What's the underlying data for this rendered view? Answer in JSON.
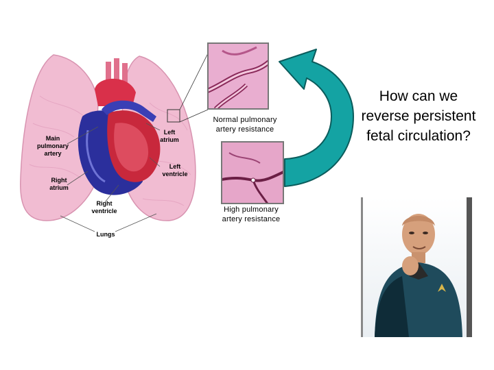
{
  "heart_diagram": {
    "labels": {
      "main_pulmonary_artery": "Main\npulmonary\nartery",
      "left_atrium": "Left\natrium",
      "left_ventricle": "Left\nventricle",
      "right_atrium": "Right\natrium",
      "right_ventricle": "Right\nventricle",
      "lungs": "Lungs"
    }
  },
  "insets": {
    "normal_caption_line1": "Normal pulmonary",
    "normal_caption_line2": "artery resistance",
    "high_caption_line1": "High pulmonary",
    "high_caption_line2": "artery resistance"
  },
  "question": "How can we reverse persistent fetal circulation?",
  "colors": {
    "arrow_fill": "#14a3a3",
    "lung_pink": "#f1bcd2",
    "heart_red": "#c8283c",
    "heart_blue": "#2b2f9c"
  }
}
